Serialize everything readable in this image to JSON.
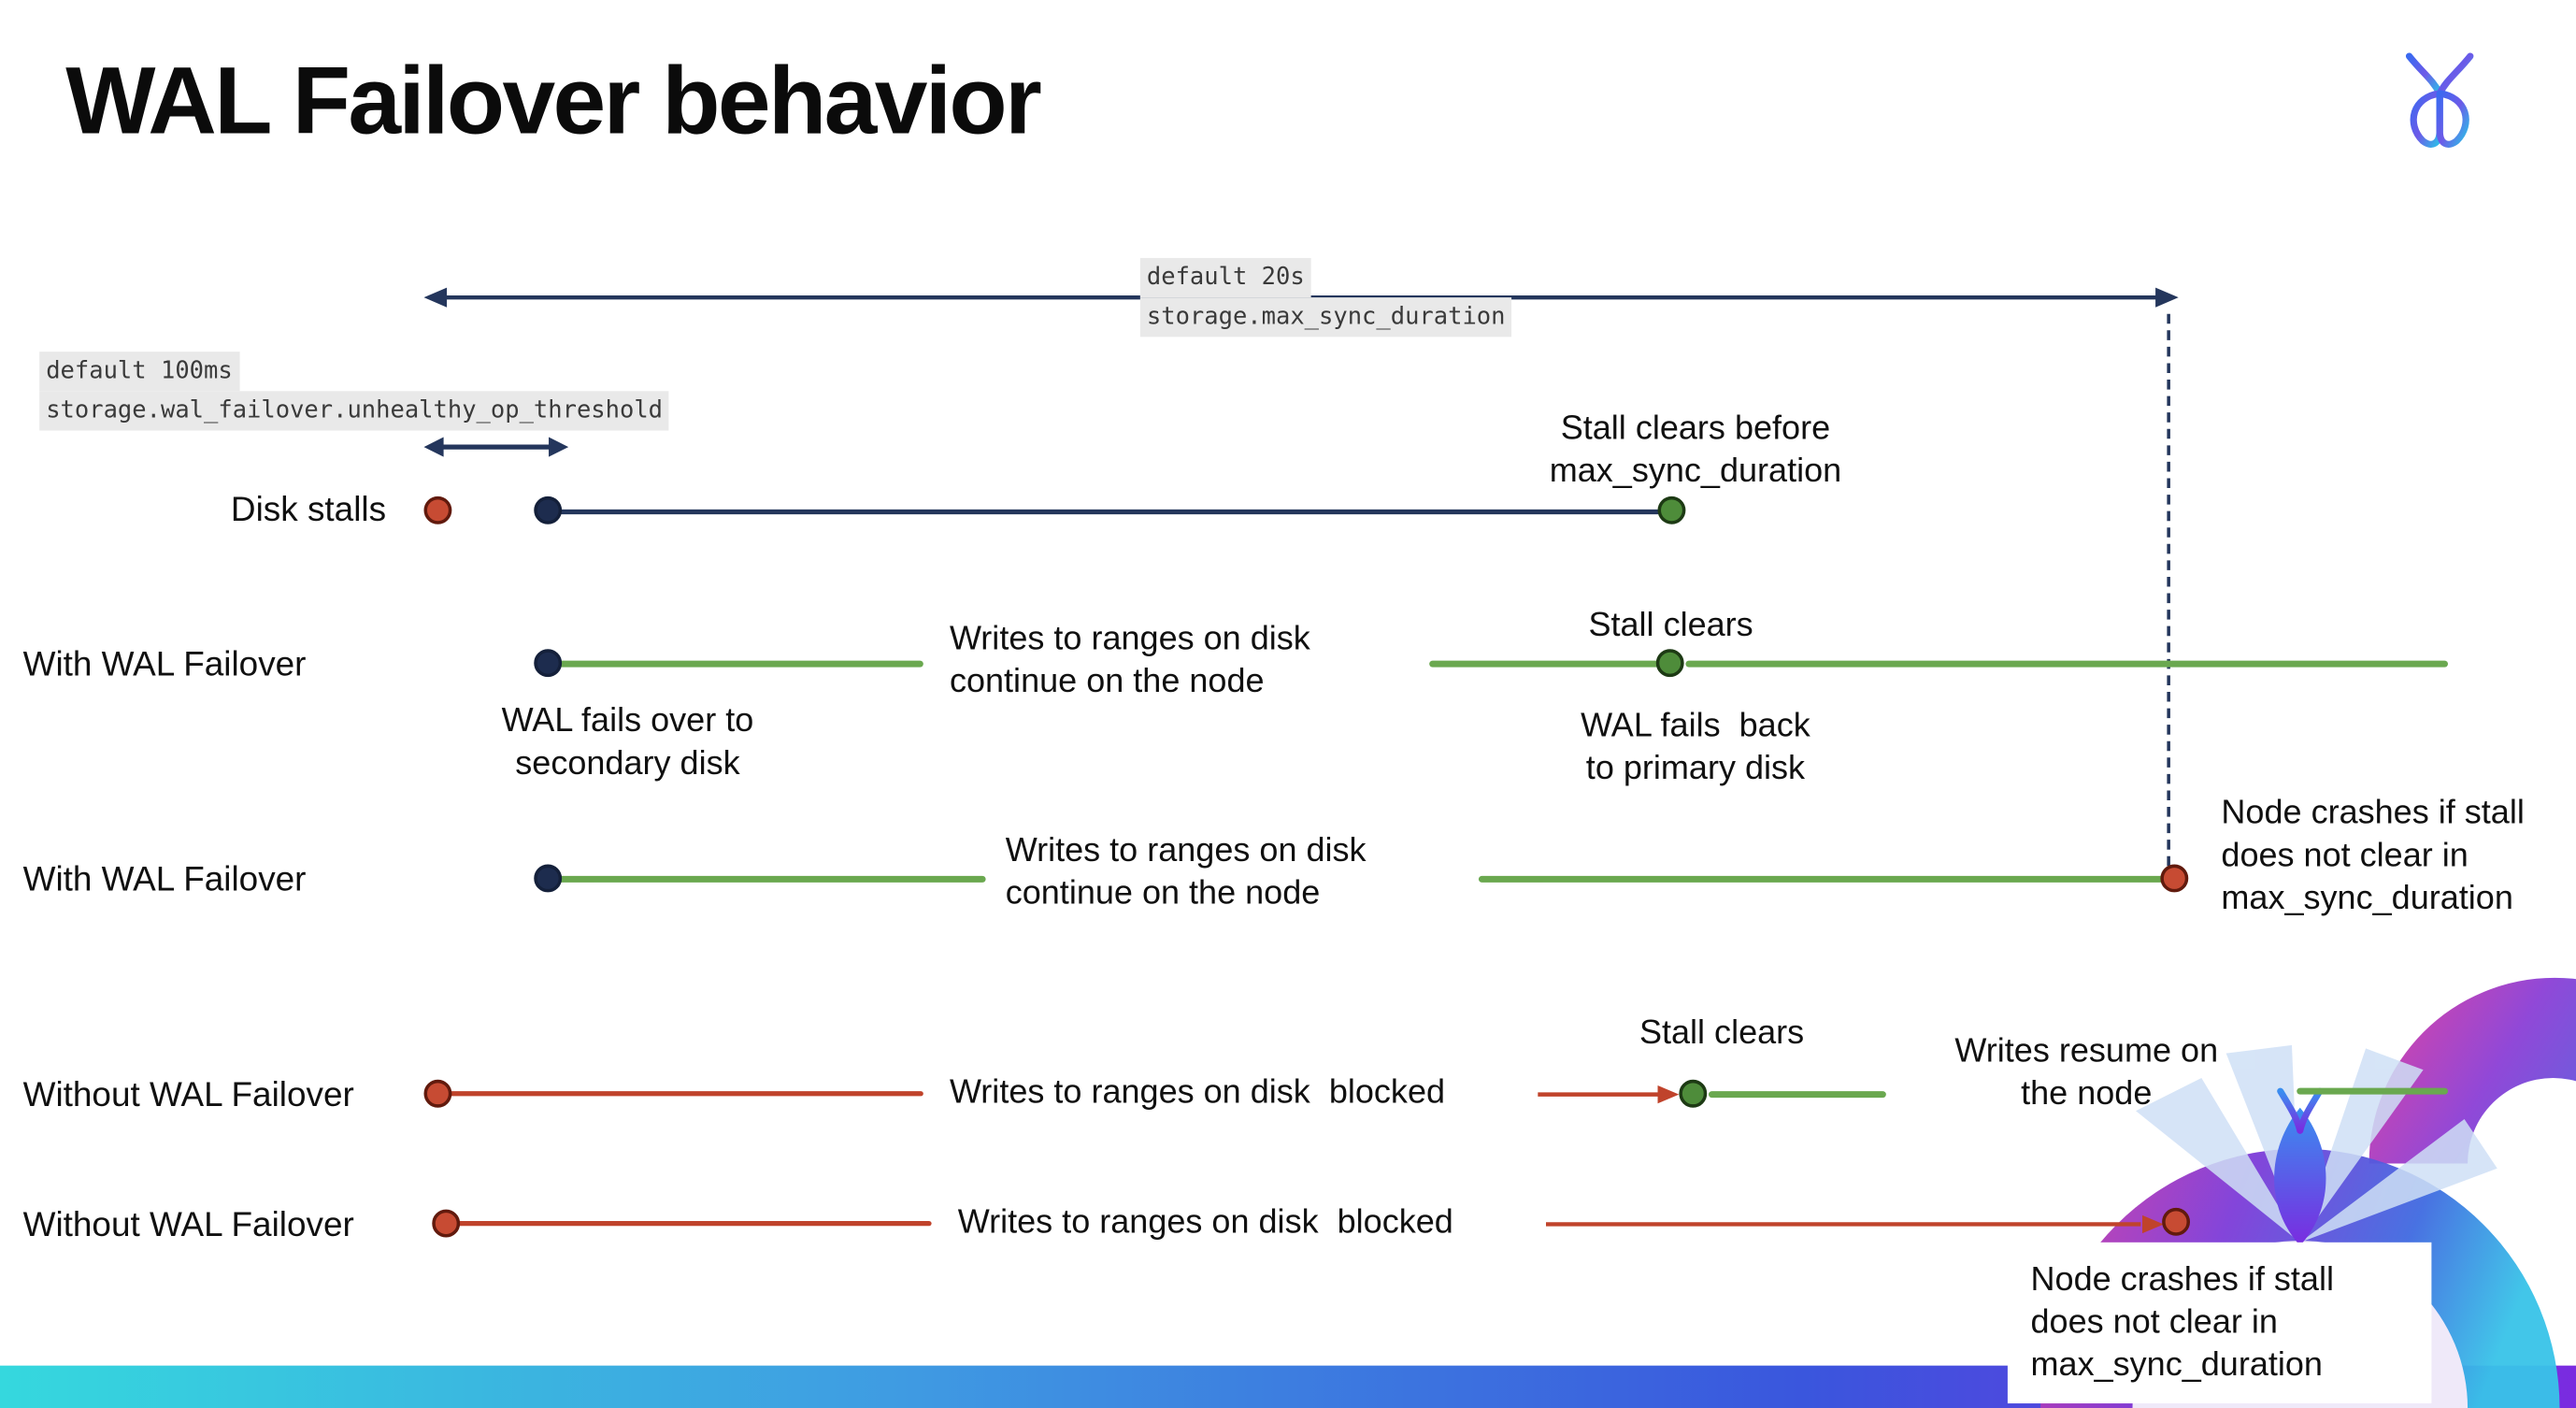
{
  "slide": {
    "title": "WAL Failover behavior"
  },
  "annotations": {
    "max_sync_line1": "default 20s",
    "max_sync_line2": "storage.max_sync_duration",
    "threshold_line1": "default 100ms",
    "threshold_line2": "storage.wal_failover.unhealthy_op_threshold"
  },
  "rows": {
    "disk_stalls": {
      "label": "Disk stalls",
      "stall_note": "Stall clears before\nmax_sync_duration"
    },
    "with_failover_1": {
      "label": "With WAL Failover",
      "failover_note": "WAL fails over to\nsecondary disk",
      "mid_note": "Writes to ranges on disk\ncontinue on the node",
      "stall_note": "Stall clears",
      "failback_note": "WAL fails  back\nto primary disk"
    },
    "with_failover_2": {
      "label": "With WAL Failover",
      "mid_note": "Writes to ranges on disk\ncontinue on the node",
      "crash_note": "Node crashes if stall\ndoes not clear in\nmax_sync_duration"
    },
    "without_failover_1": {
      "label": "Without WAL Failover",
      "mid_note": "Writes to ranges on disk  blocked",
      "stall_note": "Stall clears",
      "resume_note": "Writes resume on\nthe node"
    },
    "without_failover_2": {
      "label": "Without WAL Failover",
      "mid_note": "Writes to ranges on disk  blocked",
      "crash_note": "Node crashes if stall\ndoes not clear in\nmax_sync_duration"
    }
  },
  "icons": {
    "logo": "cockroachdb-logo"
  },
  "colors": {
    "navy": "#24365c",
    "green_line": "#6aa84f",
    "green_dot": "#4e8c3a",
    "red": "#c0432b",
    "code_bg": "#e9e9e9",
    "bar_gradient": [
      "#35d8de",
      "#3f9be2",
      "#3a56dd",
      "#7a2be0"
    ]
  }
}
